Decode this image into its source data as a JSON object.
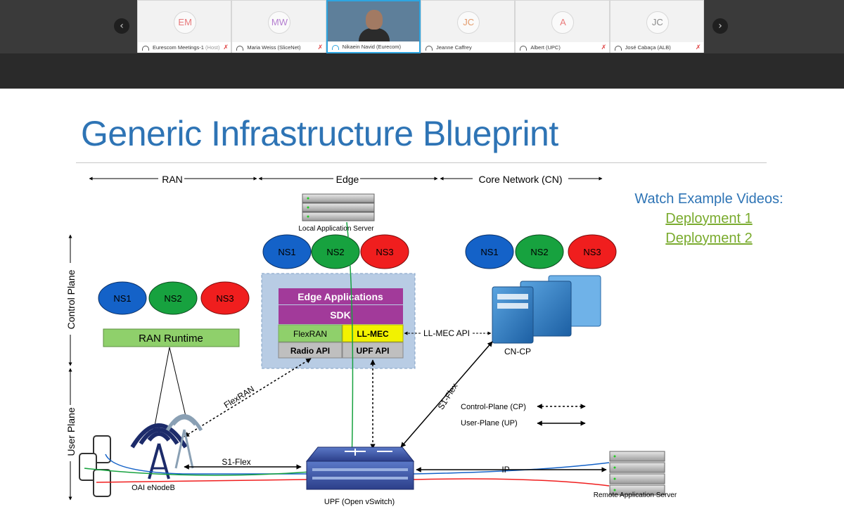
{
  "participants": [
    {
      "initials": "EM",
      "name": "Eurescom Meetings-1",
      "role": "(Host)",
      "color": "#e8787a",
      "muted": true
    },
    {
      "initials": "MW",
      "name": "Maria Weiss (SliceNet)",
      "role": "",
      "color": "#b47fd0",
      "muted": true
    },
    {
      "initials": "",
      "name": "Nikaein Navid (Eurecom)",
      "role": "",
      "color": "",
      "muted": false,
      "video": true
    },
    {
      "initials": "JC",
      "name": "Jeanne Caffrey",
      "role": "",
      "color": "#e39a6a",
      "muted": false
    },
    {
      "initials": "A",
      "name": "Albert (UPC)",
      "role": "",
      "color": "#e97b7b",
      "muted": true
    },
    {
      "initials": "JC",
      "name": "José Cabaça (ALB)",
      "role": "",
      "color": "#8a8a8a",
      "muted": true
    }
  ],
  "nav": {
    "prev": "‹",
    "next": "›"
  },
  "slide": {
    "title": "Generic Infrastructure Blueprint",
    "watch": {
      "heading": "Watch Example Videos:",
      "link1": "Deployment 1",
      "link2": "Deployment 2"
    },
    "sections": {
      "ran": "RAN",
      "edge": "Edge",
      "core": "Core Network (CN)"
    },
    "planes": {
      "control": "Control Plane",
      "user": "User Plane"
    },
    "ns": {
      "ns1": "NS1",
      "ns2": "NS2",
      "ns3": "NS3"
    },
    "ran_runtime": "RAN Runtime",
    "local_server": "Local Application Server",
    "edge_apps": "Edge Applications",
    "sdk": "SDK",
    "flexran": "FlexRAN",
    "llmec": "LL-MEC",
    "radio_api": "Radio API",
    "upf_api": "UPF API",
    "llmec_api": "LL-MEC API",
    "cncp": "CN-CP",
    "flexran_link": "FlexRAN",
    "s1flex": "S1-Flex",
    "s1flex2": "S1-Flex",
    "ip": "IP",
    "enodeb": "OAI eNodeB",
    "upf": "UPF (Open vSwitch)",
    "remote_server": "Remote Application Server",
    "legend": {
      "cp": "Control-Plane (CP)",
      "up": "User-Plane (UP)"
    }
  },
  "colors": {
    "ns1": "#1462c8",
    "ns2": "#17a23f",
    "ns3": "#f01e1e",
    "title": "#2e74b5",
    "link": "#7aab2e",
    "purple": "#a23a9a",
    "green": "#8fd06b",
    "yellow": "#f2f200",
    "grey": "#bfbfbf"
  }
}
